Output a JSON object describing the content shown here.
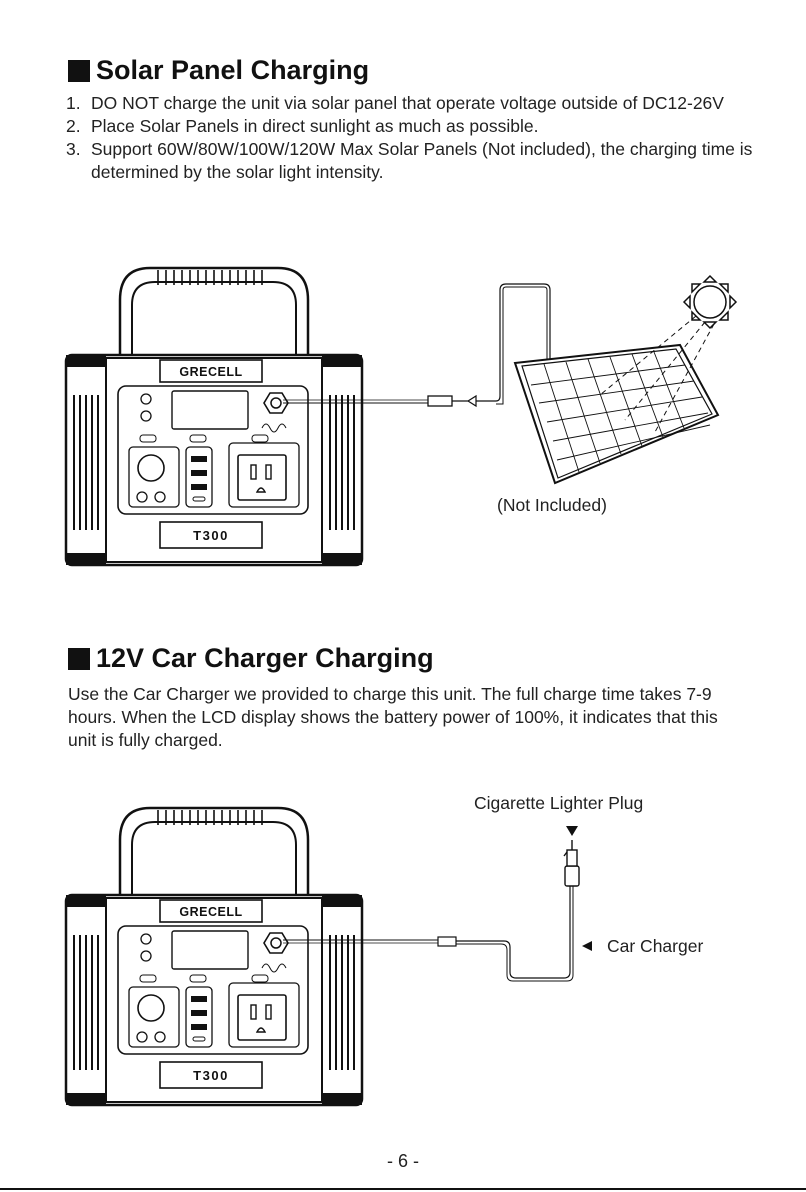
{
  "section1": {
    "title": "Solar Panel Charging",
    "items": [
      {
        "num": "1.",
        "text": "DO NOT charge the unit via solar panel that operate voltage outside of DC12-26V"
      },
      {
        "num": "2.",
        "text": "Place Solar Panels in direct sunlight as much as possible."
      },
      {
        "num": "3.",
        "text": "Support 60W/80W/100W/120W Max Solar Panels (Not included), the charging time is determined by the solar light intensity."
      }
    ],
    "figure_label": "(Not Included)"
  },
  "section2": {
    "title": "12V Car Charger Charging",
    "body": "Use the Car Charger we provided to charge this unit. The full charge time takes 7-9 hours. When the LCD display shows the battery power of 100%, it indicates that this unit is fully charged.",
    "label_plug": "Cigarette Lighter Plug",
    "label_charger": "Car Charger"
  },
  "device": {
    "brand": "GRECELL",
    "model": "T300"
  },
  "footer": {
    "page": "- 6 -"
  }
}
